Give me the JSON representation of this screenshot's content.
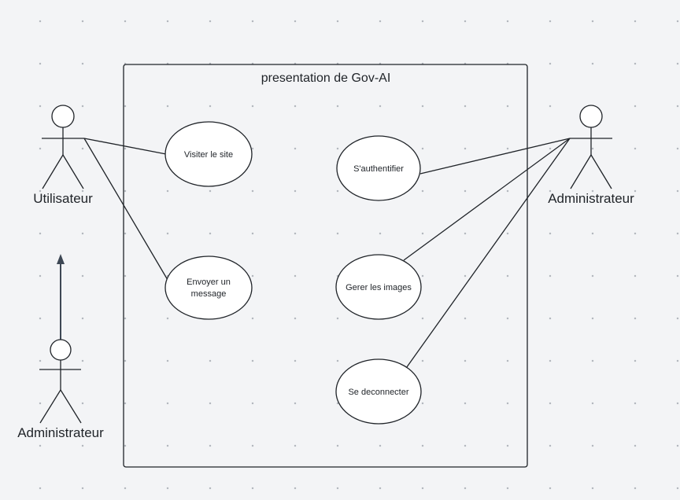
{
  "diagram": {
    "system_title": "presentation de Gov-AI",
    "actors": [
      {
        "id": "utilisateur",
        "label": "Utilisateur"
      },
      {
        "id": "administrateur-right",
        "label": "Administrateur"
      },
      {
        "id": "administrateur-left",
        "label": "Administrateur"
      }
    ],
    "use_cases": [
      {
        "id": "visiter",
        "lines": [
          "Visiter le site"
        ]
      },
      {
        "id": "envoyer",
        "lines": [
          "Envoyer un",
          "message"
        ]
      },
      {
        "id": "auth",
        "lines": [
          "S'authentifier"
        ]
      },
      {
        "id": "gerer",
        "lines": [
          "Gerer les images"
        ]
      },
      {
        "id": "deco",
        "lines": [
          "Se deconnecter"
        ]
      }
    ],
    "associations": [
      [
        "utilisateur",
        "visiter"
      ],
      [
        "utilisateur",
        "envoyer"
      ],
      [
        "administrateur-right",
        "auth"
      ],
      [
        "administrateur-right",
        "gerer"
      ],
      [
        "administrateur-right",
        "deco"
      ]
    ],
    "generalizations": [
      [
        "administrateur-left",
        "utilisateur"
      ]
    ],
    "colors": {
      "stroke": "#1f2328",
      "ellipse_fill": "#ffffff",
      "arrow": "#3d4754"
    }
  }
}
